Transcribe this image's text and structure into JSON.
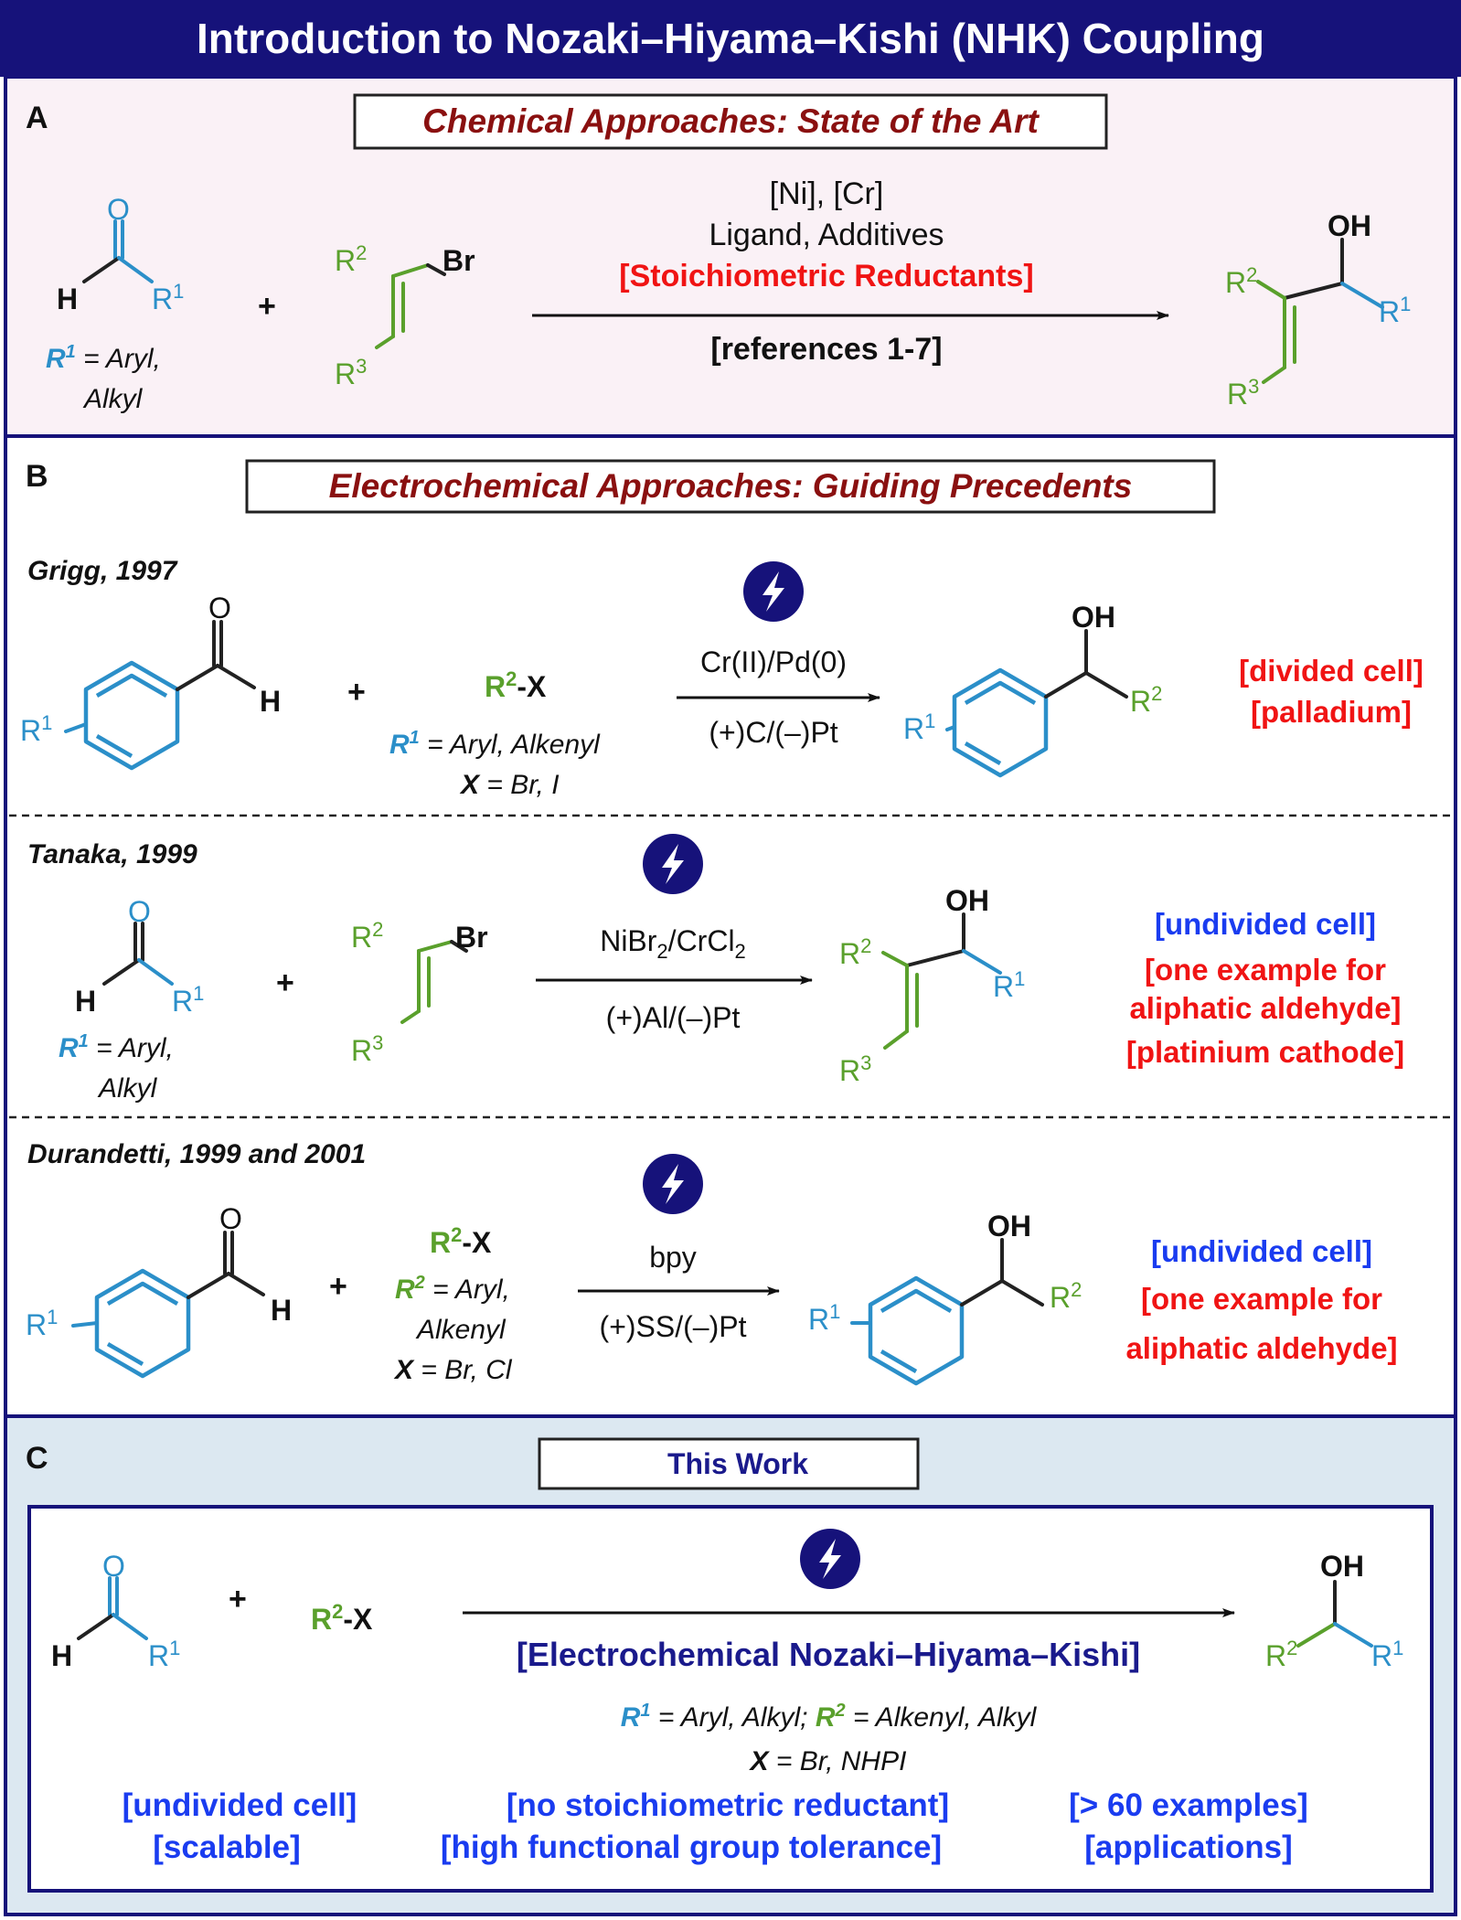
{
  "title": "Introduction to Nozaki–Hiyama–Kishi (NHK) Coupling",
  "colors": {
    "header_bg": "#16127a",
    "panel_a_bg": "#faf1f6",
    "panel_c_bg": "#dce8f1",
    "frame": "#16127a",
    "aldehyde_blue": "#2b8fc9",
    "alkenyl_green": "#5aa02c",
    "highlight_red": "#f01414",
    "navy_text": "#1a1a8c",
    "bright_blue": "#1a3cf0",
    "maroon": "#8a1010"
  },
  "atoms": {
    "O": "O",
    "H": "H",
    "OH": "OH",
    "Br": "Br",
    "X": "X",
    "R": "R",
    "sup1": "1",
    "sup2": "2",
    "sup3": "3",
    "plus": "+",
    "R2X_dash": "-"
  },
  "icons": [
    "electricity-lightning-icon"
  ],
  "panel_a": {
    "letter": "A",
    "heading": "Chemical Approaches: State of the Art",
    "r1_def_tail": " = Aryl,",
    "r1_def_line2": "Alkyl",
    "conditions": [
      "[Ni], [Cr]",
      "Ligand, Additives"
    ],
    "highlight": "[Stoichiometric Reductants]",
    "reference": "[references 1-7]"
  },
  "panel_b": {
    "letter": "B",
    "heading": "Electrochemical Approaches: Guiding Precedents",
    "grigg": {
      "author": "Grigg, 1997",
      "reagent_def1_tail": " = Aryl, Alkenyl",
      "reagent_def2_tail": " = Br, I",
      "catalyst": "Cr(II)/Pd(0)",
      "electrodes": "(+)C/(–)Pt",
      "notes": [
        "[divided cell]",
        "[palladium]"
      ]
    },
    "tanaka": {
      "author": "Tanaka, 1999",
      "r1_def_tail": " = Aryl,",
      "r1_def_line2": "Alkyl",
      "catalyst_main": "NiBr",
      "catalyst_sub1": "2",
      "catalyst_mid": "/CrCl",
      "catalyst_sub2": "2",
      "electrodes": "(+)Al/(–)Pt",
      "notes": [
        "[undivided cell]",
        "[one example for",
        "aliphatic aldehyde]",
        "[platinium cathode]"
      ]
    },
    "durandetti": {
      "author": "Durandetti, 1999  and 2001",
      "reagent_def1_tail": " = Aryl,",
      "reagent_def1_line2": "Alkenyl",
      "reagent_def2_tail": " = Br, Cl",
      "catalyst": "bpy",
      "electrodes": "(+)SS/(–)Pt",
      "notes": [
        "[undivided cell]",
        "[one example for",
        "aliphatic aldehyde]"
      ]
    }
  },
  "panel_c": {
    "letter": "C",
    "heading": "This Work",
    "reaction_name": "[Electrochemical Nozaki–Hiyama–Kishi]",
    "def1_part1": " = Aryl, Alkyl; ",
    "def1_part2": " = Alkenyl, Alkyl",
    "def2_tail": " = Br, NHPI",
    "features": [
      [
        "[undivided cell]",
        "[no stoichiometric reductant]",
        "[> 60 examples]"
      ],
      [
        "[scalable]",
        "[high functional group tolerance]",
        "[applications]"
      ]
    ]
  }
}
